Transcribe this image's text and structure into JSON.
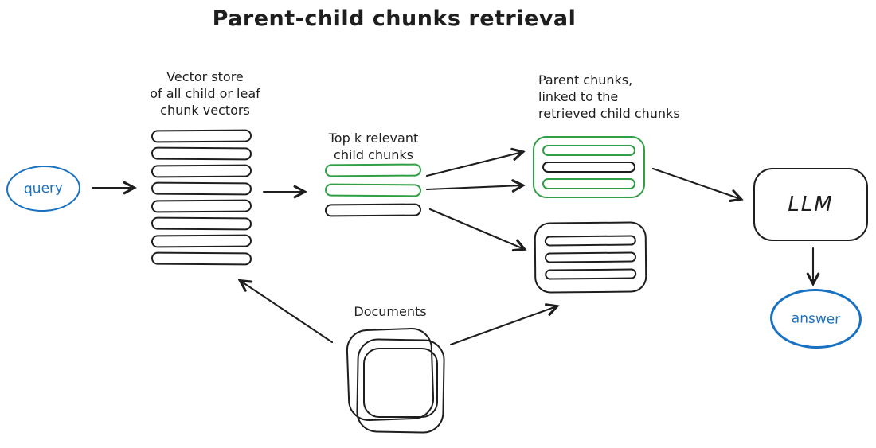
{
  "title": "Parent-child chunks retrieval",
  "colors": {
    "ink": "#1e1e1e",
    "blue": "#1971c2",
    "green": "#2f9e44",
    "background": "#ffffff"
  },
  "nodes": {
    "query": {
      "label": "query"
    },
    "vector_store": {
      "label_lines": [
        "Vector store",
        "of all child or leaf",
        "chunk vectors"
      ],
      "bars": [
        "black",
        "black",
        "black",
        "black",
        "black",
        "black",
        "black",
        "black"
      ]
    },
    "top_k": {
      "label_lines": [
        "Top k relevant",
        "child chunks"
      ],
      "bars": [
        "green",
        "green",
        "black"
      ]
    },
    "parent_chunks": {
      "label_lines": [
        "Parent chunks,",
        "linked to the",
        "retrieved child chunks"
      ],
      "green_box_bars": [
        "green",
        "black",
        "green"
      ],
      "black_box_bars": [
        "black",
        "black",
        "black"
      ]
    },
    "llm": {
      "label": "LLM"
    },
    "answer": {
      "label": "answer"
    },
    "documents": {
      "label": "Documents"
    }
  }
}
